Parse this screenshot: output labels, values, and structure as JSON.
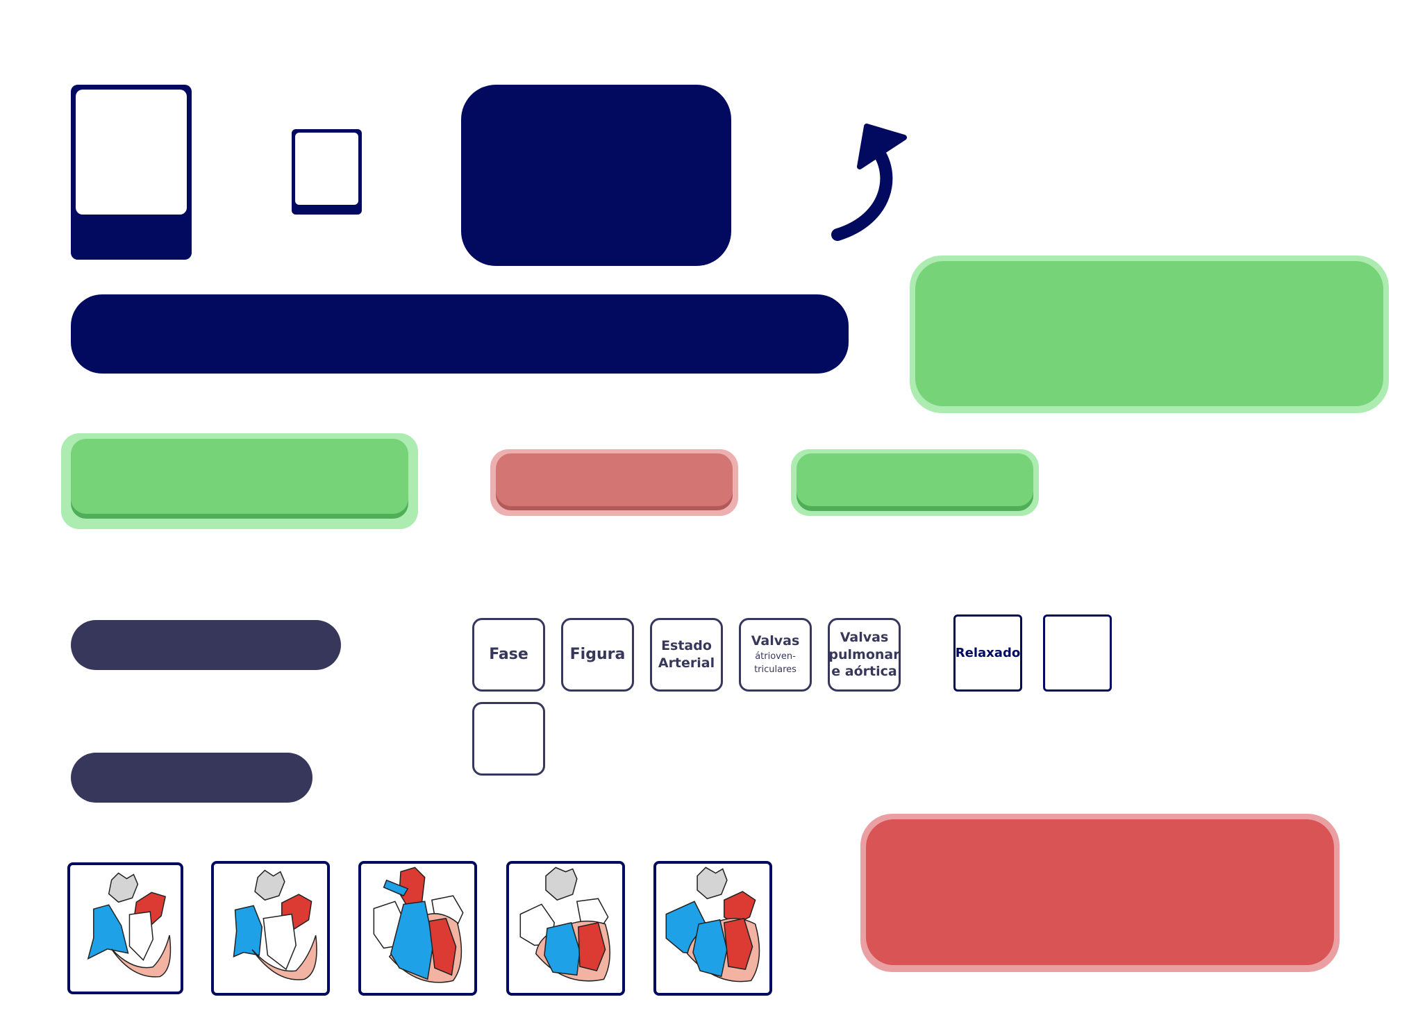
{
  "colors": {
    "navy": "#010a5f",
    "slate": "#37375b",
    "green": "#76d378",
    "green_border": "#acecb0",
    "red": "#d95455",
    "red_soft": "#d37673",
    "heart_blue": "#1ea1e6",
    "heart_red": "#dc3b33",
    "heart_pink": "#f2b3a2",
    "heart_grey": "#d4d4d4"
  },
  "icons": {
    "rotate": "curved-arrow-icon"
  },
  "table_headers": [
    {
      "label": "Fase"
    },
    {
      "label": "Figura"
    },
    {
      "label": "Estado\nArterial"
    },
    {
      "label_top": "Valvas",
      "label_small": "átrioven-\ntriculares"
    },
    {
      "label": "Valvas\npulmonar\ne aórtica"
    }
  ],
  "state_tile": {
    "label": "Relaxado"
  },
  "heart_figures": [
    {
      "name": "heart-figure-1",
      "phase": "atrial-relaxed"
    },
    {
      "name": "heart-figure-2",
      "phase": "ventricle-relaxed"
    },
    {
      "name": "heart-figure-3",
      "phase": "ventricle-contracted"
    },
    {
      "name": "heart-figure-4",
      "phase": "ventricle-filled"
    },
    {
      "name": "heart-figure-5",
      "phase": "atrial-contraction"
    }
  ]
}
